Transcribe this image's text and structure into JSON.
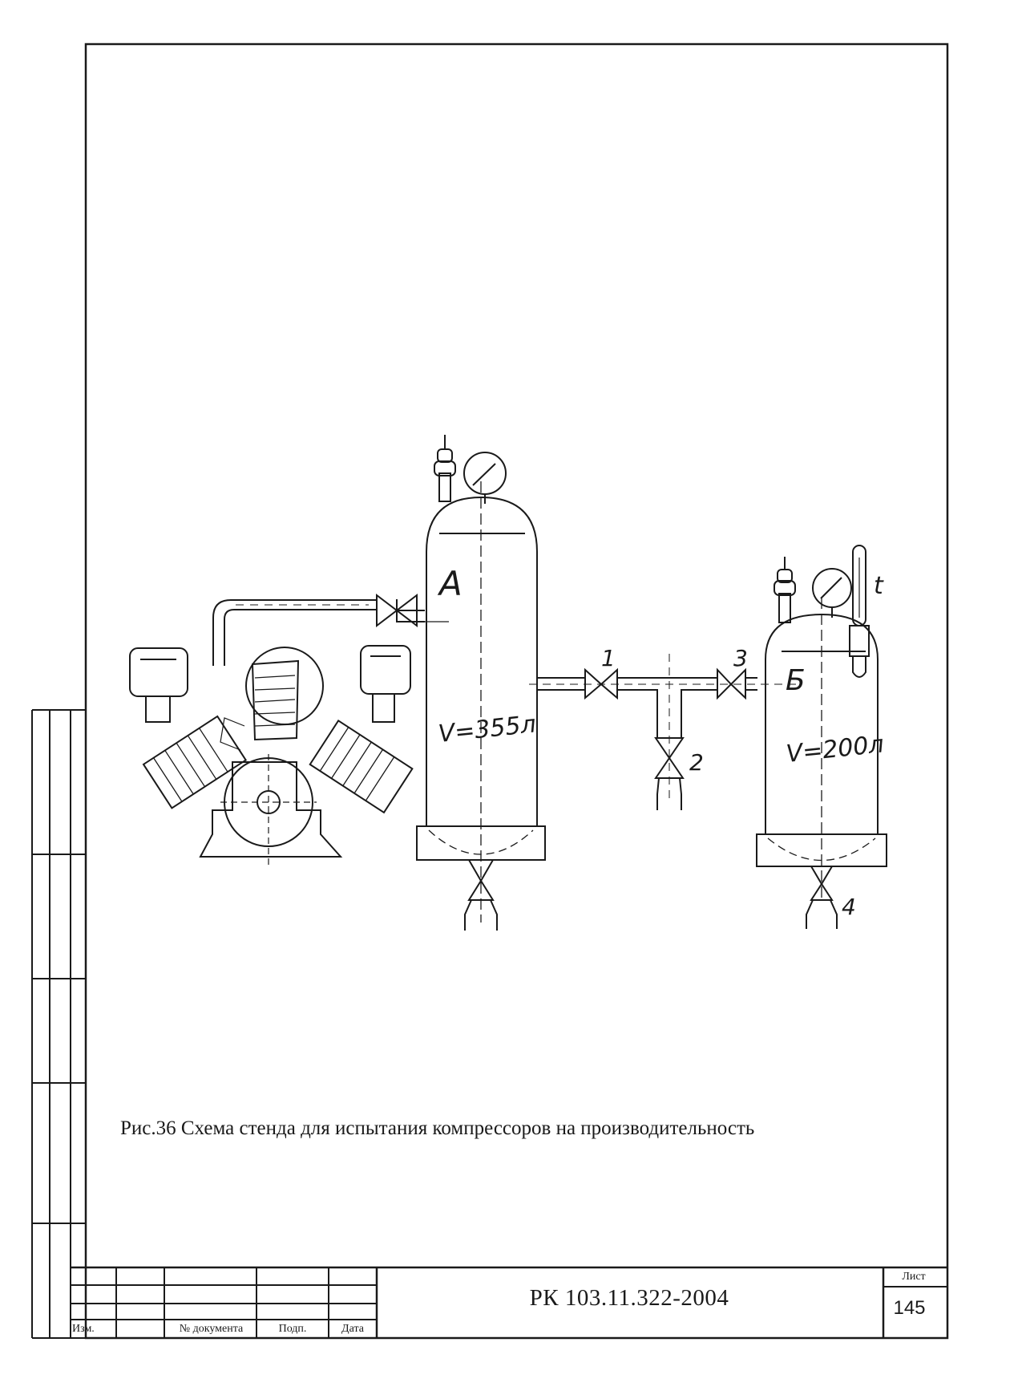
{
  "drawing": {
    "labels": {
      "receiver_a": "А",
      "receiver_a_volume": "V=355л",
      "receiver_b": "Б",
      "receiver_b_volume": "V=200л",
      "thermometer": "t",
      "valve_1": "1",
      "valve_2": "2",
      "valve_3": "3",
      "valve_4": "4"
    },
    "caption": "Рис.36 Схема стенда для испытания компрессоров на производительность"
  },
  "title_block": {
    "document_code": "РК 103.11.322-2004",
    "sheet_label": "Лист",
    "sheet_number": "145",
    "columns": [
      "Изм.",
      "№ документа",
      "Подп.",
      "Дата"
    ]
  },
  "colors": {
    "ink": "#1a1a1a",
    "paper": "#ffffff"
  }
}
